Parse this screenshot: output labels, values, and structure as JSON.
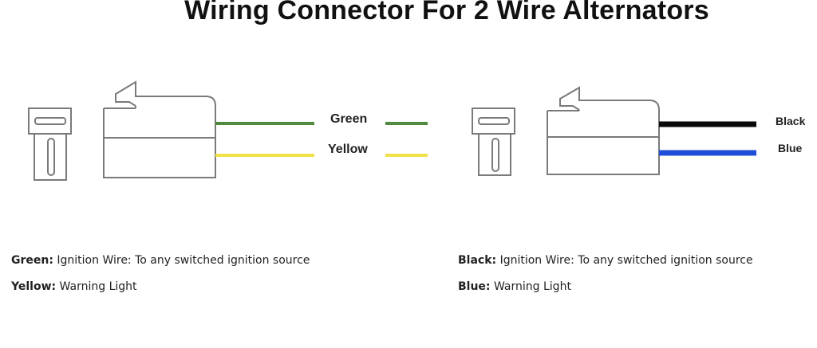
{
  "title": "Wiring Connector For 2 Wire Alternators",
  "colors": {
    "green": "#4f8a3f",
    "yellow": "#f0e24a",
    "black": "#0a0a0a",
    "blue": "#1f4fd8",
    "outline": "#7a7a7a"
  },
  "connectors": [
    {
      "wires": [
        {
          "label": "Green",
          "color": "green"
        },
        {
          "label": "Yellow",
          "color": "yellow"
        }
      ]
    },
    {
      "wires": [
        {
          "label": "Black",
          "color": "black"
        },
        {
          "label": "Blue",
          "color": "blue"
        }
      ]
    }
  ],
  "legend": [
    {
      "wire": "Green:",
      "desc": " Ignition Wire: To any switched ignition source"
    },
    {
      "wire": "Yellow:",
      "desc": " Warning Light"
    },
    {
      "wire": "Black:",
      "desc": " Ignition Wire: To any switched ignition source"
    },
    {
      "wire": "Blue:",
      "desc": " Warning Light"
    }
  ]
}
